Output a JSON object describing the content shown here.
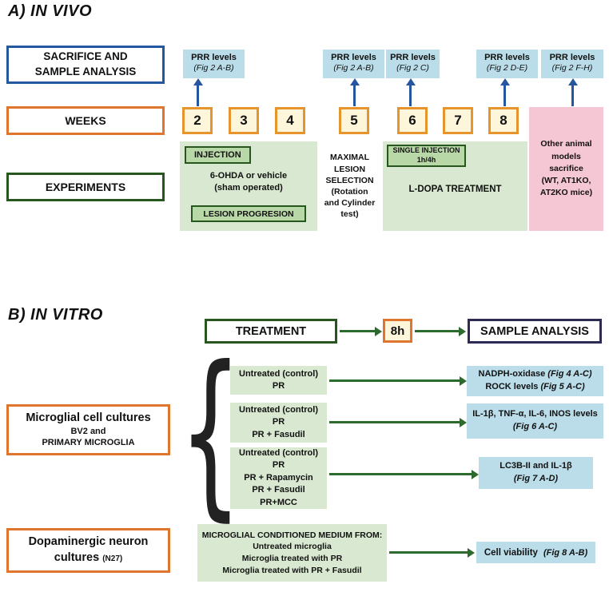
{
  "palette": {
    "light_blue": "#badde9",
    "light_green": "#d9e8d0",
    "mid_green": "#b9d8a8",
    "dark_green_border": "#27571f",
    "arrow_green": "#2d6a2d",
    "orange_border": "#e0762e",
    "week_orange_border": "#e8942d",
    "week_cream": "#fdf6da",
    "blue_border": "#2457a0",
    "navy_border": "#2d2a55",
    "pink": "#f5c6d4"
  },
  "section_a": {
    "title": "A) IN VIVO",
    "labels": {
      "sacrifice": "SACRIFICE AND\nSAMPLE ANALYSIS",
      "weeks": "WEEKS",
      "experiments": "EXPERIMENTS"
    },
    "weeks": [
      "2",
      "3",
      "4",
      "5",
      "6",
      "7",
      "8"
    ],
    "prr": [
      {
        "title": "PRR levels",
        "fig": "(Fig 2 A-B)"
      },
      {
        "title": "PRR levels",
        "fig": "(Fig 2 A-B)"
      },
      {
        "title": "PRR levels",
        "fig": "(Fig 2 C)"
      },
      {
        "title": "PRR levels",
        "fig": "(Fig 2 D-E)"
      },
      {
        "title": "PRR levels",
        "fig": "(Fig 2 F-H)"
      }
    ],
    "experiments": {
      "injection": "INJECTION",
      "ohda": "6-OHDA or vehicle\n(sham operated)",
      "lesion_progression": "LESION PROGRESION",
      "maximal_lesion": "MAXIMAL\nLESION\nSELECTION\n(Rotation\nand Cylinder\ntest)",
      "single_injection": "SINGLE INJECTION\n1h/4h",
      "ldopa": "L-DOPA TREATMENT",
      "other_models": "Other animal\nmodels\nsacrifice\n(WT, AT1KO,\nAT2KO mice)"
    }
  },
  "section_b": {
    "title": "B) IN VITRO",
    "treatment": "TREATMENT",
    "time": "8h",
    "sample_analysis": "SAMPLE ANALYSIS",
    "microglial": {
      "line1": "Microglial cell cultures",
      "line2": "BV2 and",
      "line3": "PRIMARY MICROGLIA"
    },
    "rows": [
      {
        "treatment": "Untreated (control)\nPR",
        "result_lines": [
          {
            "text": "NADPH-oxidase ",
            "fig": "(Fig 4 A-C)"
          },
          {
            "text": "ROCK levels ",
            "fig": "(Fig 5 A-C)"
          }
        ]
      },
      {
        "treatment": "Untreated (control)\nPR\nPR + Fasudil",
        "result_lines": [
          {
            "text": "IL-1β, TNF-α, IL-6, INOS levels",
            "fig": ""
          },
          {
            "text": "",
            "fig": "(Fig 6 A-C)"
          }
        ]
      },
      {
        "treatment": "Untreated (control)\nPR\nPR + Rapamycin\nPR + Fasudil\nPR+MCC",
        "result_lines": [
          {
            "text": "LC3B-II and IL-1β",
            "fig": ""
          },
          {
            "text": "",
            "fig": "(Fig 7 A-D)"
          }
        ]
      }
    ],
    "neuron": {
      "line1": "Dopaminergic neuron",
      "line2": "cultures",
      "line2_small": "(N27)"
    },
    "conditioned_medium": "MICROGLIAL CONDITIONED MEDIUM FROM:\nUntreated microglia\nMicroglia treated with PR\nMicroglia treated with PR + Fasudil",
    "cell_viability": "Cell viability",
    "cell_viability_fig": "(Fig 8 A-B)"
  }
}
